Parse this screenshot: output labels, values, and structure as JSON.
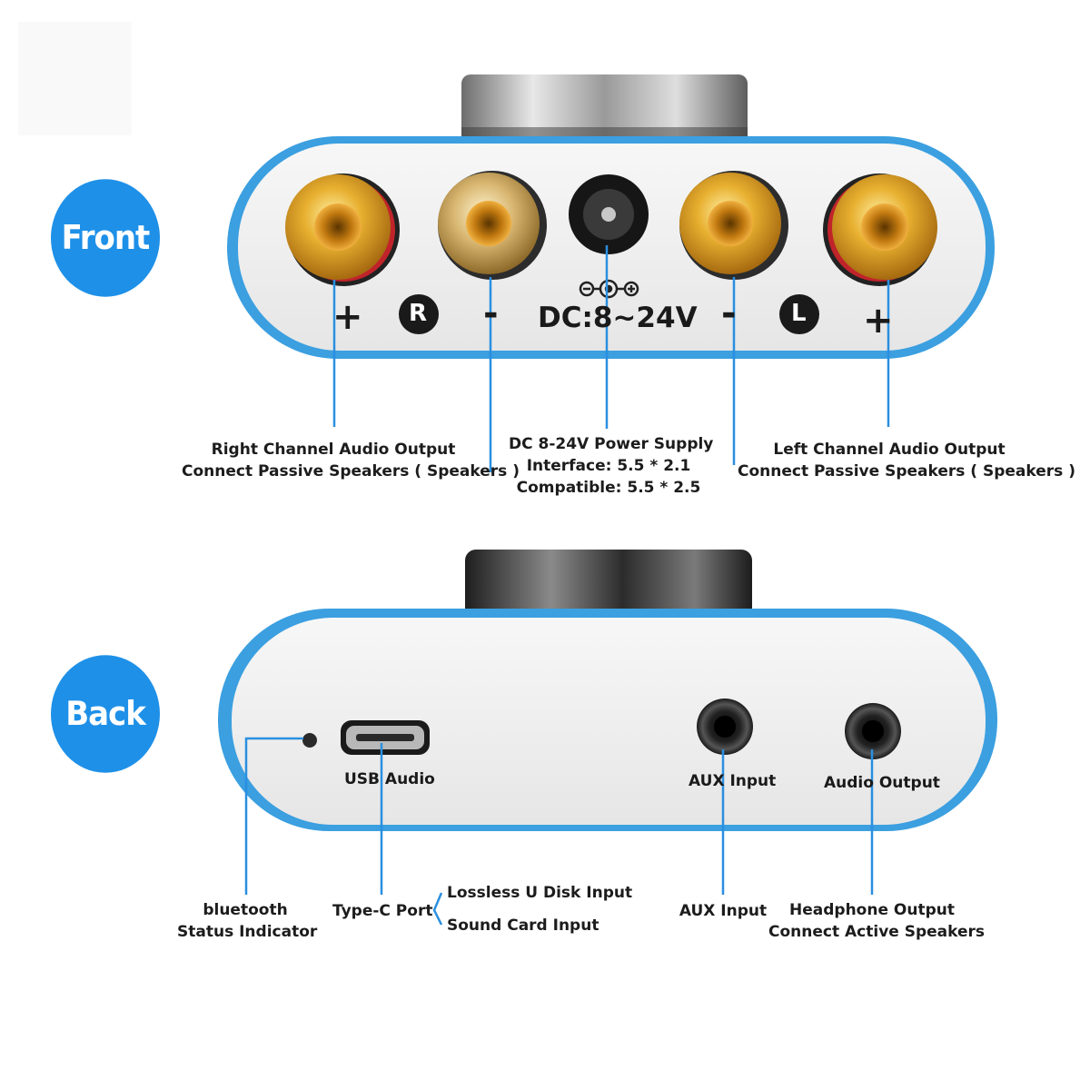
{
  "badges": {
    "front": "Front",
    "back": "Back"
  },
  "front_panel": {
    "plus_right": "+",
    "r_mark": "R",
    "minus_right": "-",
    "dc_label": "DC:8∼24V",
    "minus_left": "-",
    "l_mark": "L",
    "plus_left": "+"
  },
  "back_panel": {
    "usb_label": "USB Audio",
    "aux_label": "AUX Input",
    "audio_out_label": "Audio Output"
  },
  "callouts": {
    "right_channel": {
      "line1": "Right Channel Audio Output",
      "line2": "Connect Passive Speakers ( Speakers )"
    },
    "dc_power": {
      "line1": "DC 8-24V Power Supply",
      "line2": "Interface: 5.5 * 2.1",
      "line3": "Compatible: 5.5 * 2.5"
    },
    "left_channel": {
      "line1": "Left Channel Audio Output",
      "line2": "Connect Passive Speakers ( Speakers )"
    },
    "bluetooth": {
      "line1": "bluetooth",
      "line2": "Status Indicator"
    },
    "type_c": {
      "port": "Type-C Port",
      "branch1": "Lossless U Disk Input",
      "branch2": "Sound Card Input"
    },
    "aux": {
      "line1": "AUX Input"
    },
    "headphone": {
      "line1": "Headphone Output",
      "line2": "Connect Active Speakers"
    }
  },
  "colors": {
    "accent": "#1e90e8",
    "leader": "#2a8fe0",
    "housing": "#3b9fe0",
    "panel": "#f1f1f1",
    "gold": "#d9a020"
  }
}
